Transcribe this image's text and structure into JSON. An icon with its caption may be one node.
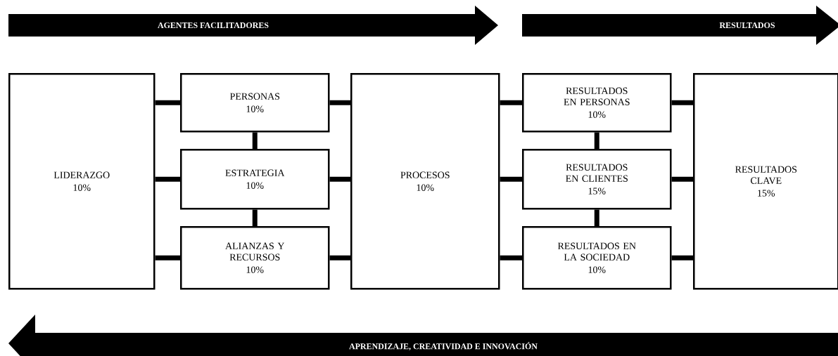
{
  "diagram": {
    "nodes": [
      {
        "text": [
          "AGENTES FACILITADORES"
        ]
      },
      {
        "text": [
          "RESULTADOS"
        ]
      },
      {
        "text": [
          "APRENDIZAJE, CREATIVIDAD E INNOVACIÓN"
        ]
      },
      {
        "text": [
          "LIDERAZGO",
          "10%"
        ]
      },
      {
        "text": [
          "PERSONAS",
          "10%"
        ]
      },
      {
        "text": [
          "ESTRATEGIA",
          "10%"
        ]
      },
      {
        "text": [
          "ALIANZAS Y RECURSOS",
          "10%"
        ]
      },
      {
        "text": [
          "PROCESOS",
          "10%"
        ]
      },
      {
        "text": [
          "RESULTADOS EN PERSONAS",
          "10%"
        ]
      },
      {
        "text": [
          "RESULTADOS EN CLIENTES",
          "15%"
        ]
      },
      {
        "text": [
          "RESULTADOS EN LA SOCIEDAD",
          "10%"
        ]
      },
      {
        "text": [
          "RESULTADOS CLAVE",
          "15%"
        ]
      }
    ],
    "edges": [
      {
        "from": 3,
        "to": 4,
        "arrow": "none"
      },
      {
        "from": 3,
        "to": 5,
        "arrow": "none"
      },
      {
        "from": 3,
        "to": 6,
        "arrow": "none"
      },
      {
        "from": 4,
        "to": 5,
        "arrow": "none"
      },
      {
        "from": 5,
        "to": 6,
        "arrow": "none"
      },
      {
        "from": 4,
        "to": 7,
        "arrow": "none"
      },
      {
        "from": 5,
        "to": 7,
        "arrow": "none"
      },
      {
        "from": 6,
        "to": 7,
        "arrow": "none"
      },
      {
        "from": 7,
        "to": 8,
        "arrow": "none"
      },
      {
        "from": 7,
        "to": 9,
        "arrow": "none"
      },
      {
        "from": 7,
        "to": 10,
        "arrow": "none"
      },
      {
        "from": 8,
        "to": 9,
        "arrow": "none"
      },
      {
        "from": 9,
        "to": 10,
        "arrow": "none"
      },
      {
        "from": 8,
        "to": 11,
        "arrow": "none"
      },
      {
        "from": 9,
        "to": 11,
        "arrow": "none"
      },
      {
        "from": 10,
        "to": 11,
        "arrow": "none"
      }
    ]
  }
}
